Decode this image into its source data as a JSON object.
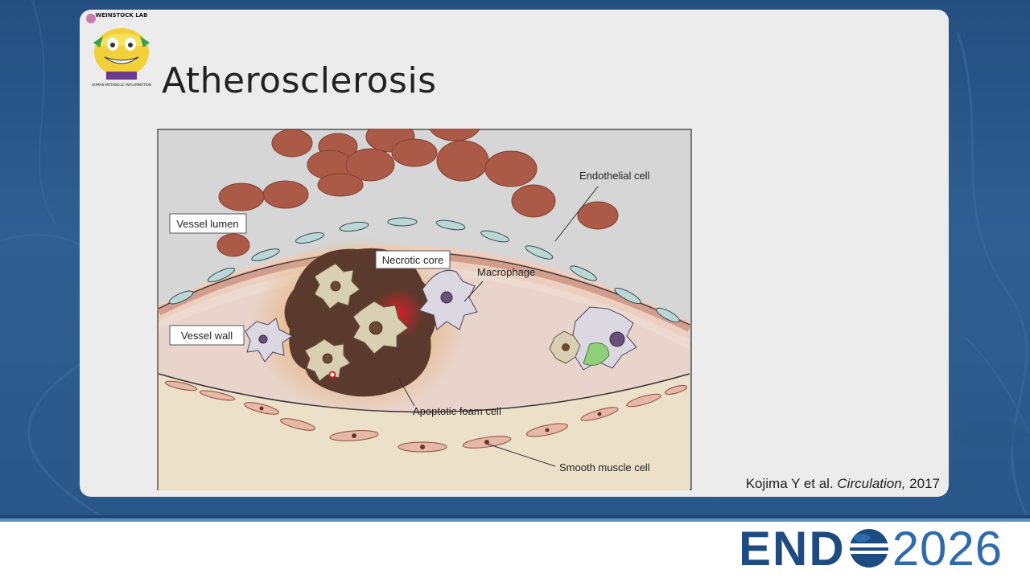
{
  "slide": {
    "title": "Atherosclerosis",
    "logo_text": "WEINSTOCK LAB",
    "logo_subtext": "HUMAN METABOLIC INFLAMMATION",
    "citation_authors": "Kojima Y et al. ",
    "citation_journal": "Circulation,",
    "citation_year": " 2017"
  },
  "figure": {
    "labels": {
      "vessel_lumen": "Vessel lumen",
      "vessel_wall": "Vessel wall",
      "necrotic_core": "Necrotic core",
      "macrophage": "Macrophage",
      "endothelial_cell": "Endothelial cell",
      "apoptotic_foam_cell": "Apoptotic foam cell",
      "smooth_muscle_cell": "Smooth muscle cell"
    }
  },
  "footer": {
    "brand": "END",
    "year": "2026"
  },
  "colors": {
    "background_blue": "#234f80",
    "slide_bg": "#ececec",
    "brand_navy": "#1d4b82",
    "brand_light": "#2f6aab",
    "rbc": "#a8503c",
    "necrotic": "#5a3a2c"
  }
}
